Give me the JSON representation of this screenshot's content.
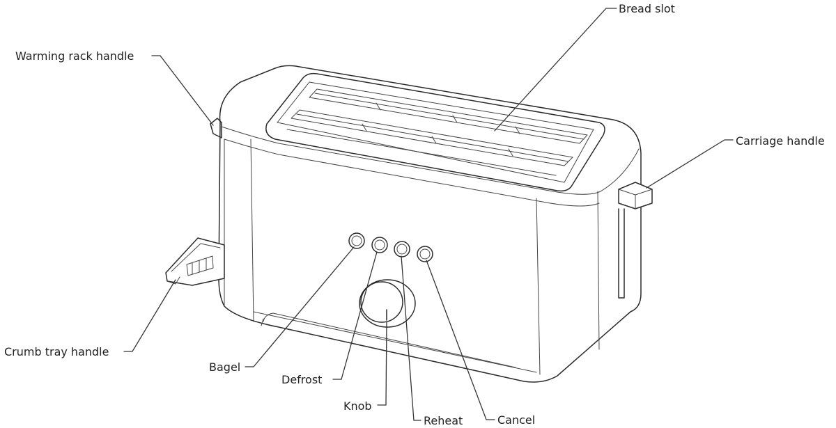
{
  "labels": {
    "bread_slot": "Bread slot",
    "warming_rack_handle": "Warming rack handle",
    "carriage_handle": "Carriage handle",
    "crumb_tray_handle": "Crumb tray handle",
    "bagel": "Bagel",
    "defrost": "Defrost",
    "knob": "Knob",
    "reheat": "Reheat",
    "cancel": "Cancel"
  },
  "colors": {
    "line": "#2a2a2a",
    "background": "#ffffff"
  }
}
